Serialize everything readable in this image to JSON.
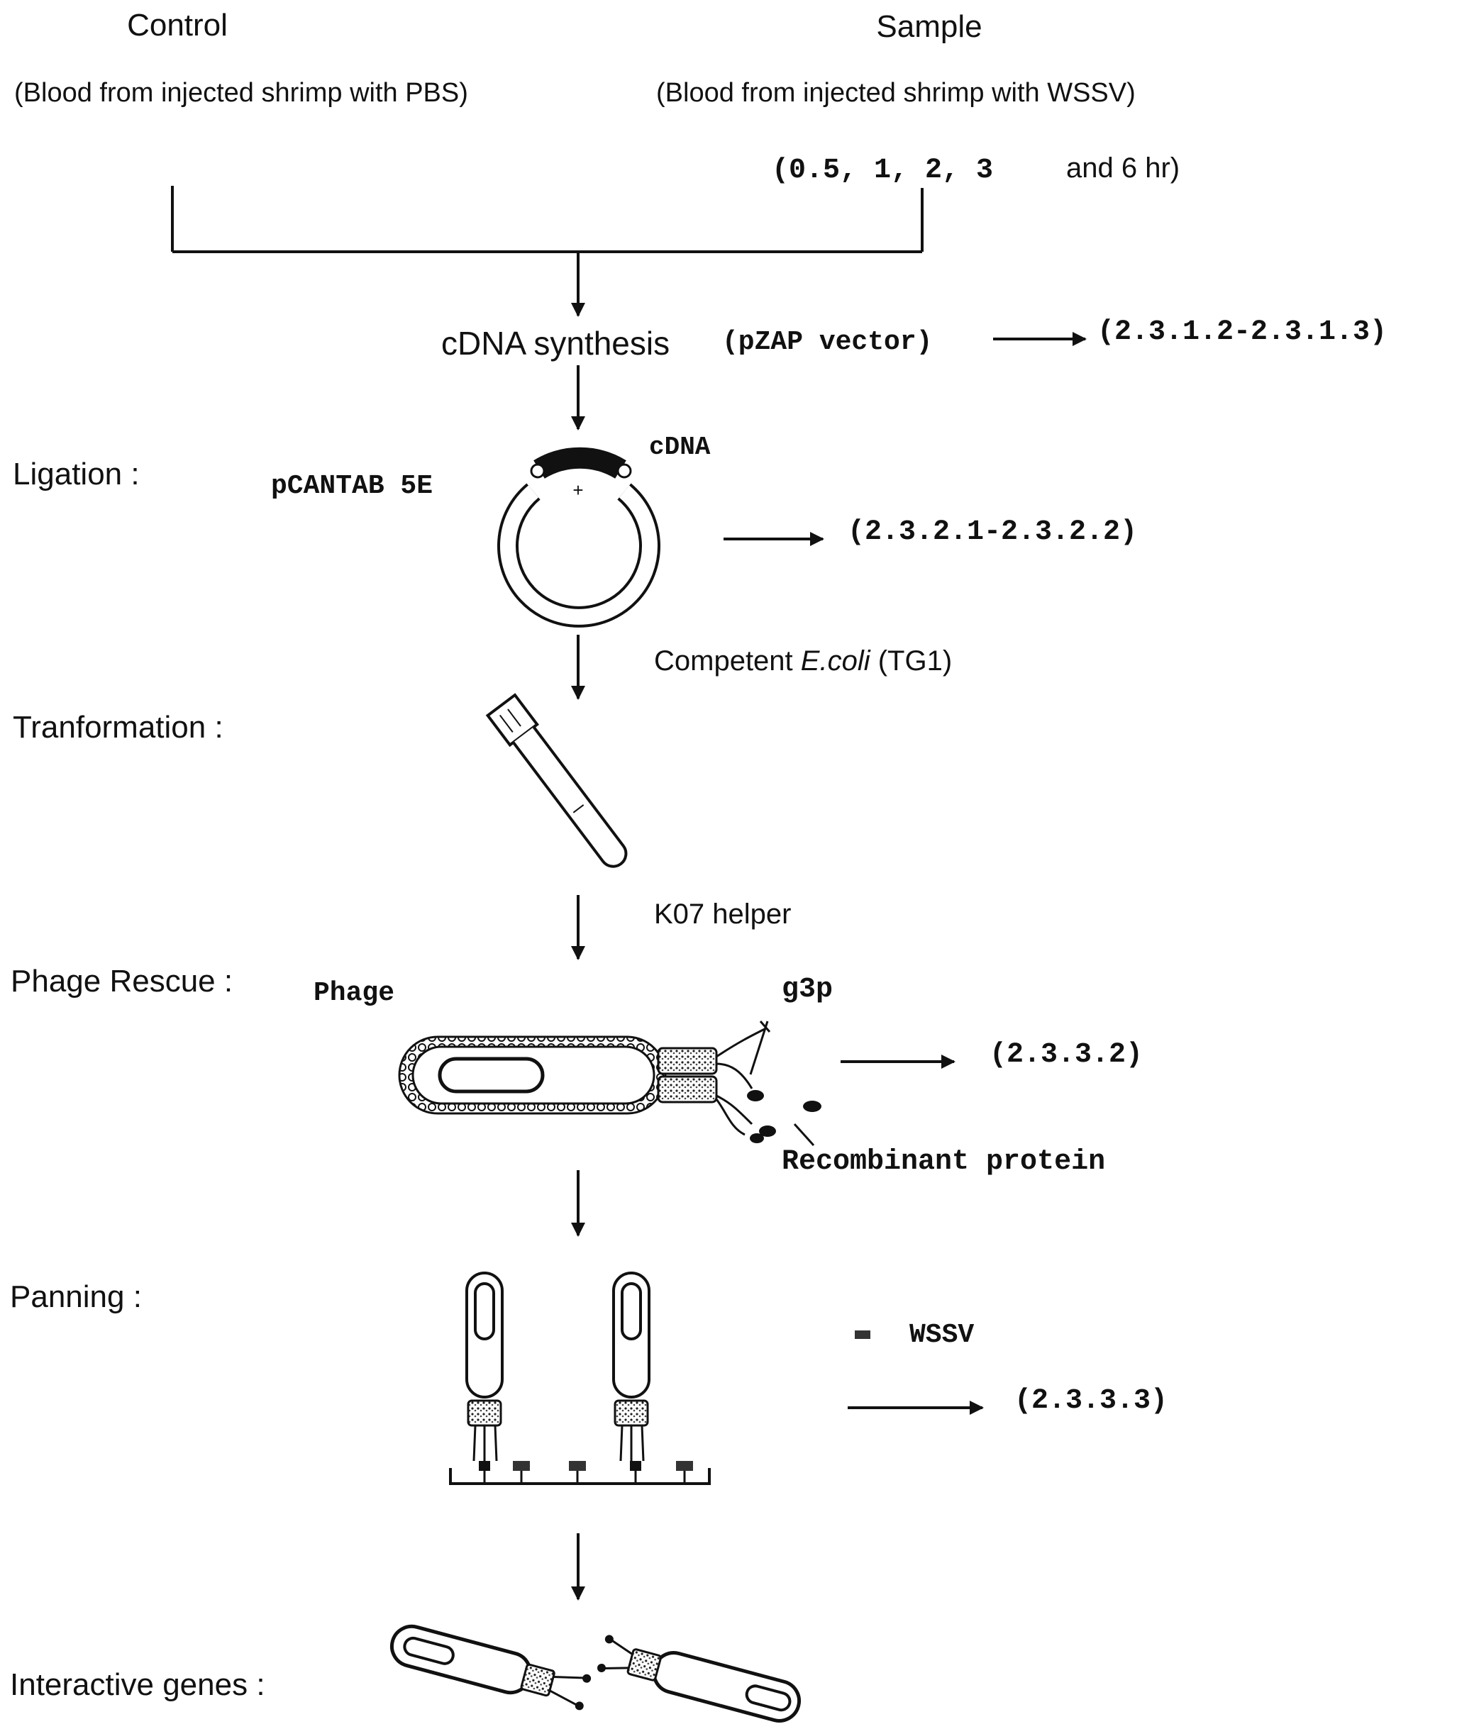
{
  "header": {
    "control_title": "Control",
    "control_subtitle": "(Blood from injected shrimp with PBS)",
    "sample_title": "Sample",
    "sample_subtitle": "(Blood from injected shrimp with WSSV)",
    "timepoints_prefix": "(0.5, 1, 2, 3",
    "timepoints_suffix": "and 6 hr)"
  },
  "steps": {
    "cdna_synthesis": "cDNA synthesis",
    "pzap_vector": "(pZAP vector)",
    "ref_synthesis": "(2.3.1.2-2.3.1.3)",
    "ligation_label": "Ligation :",
    "plasmid_name": "pCANTAB 5E",
    "insert_label": "cDNA",
    "ref_ligation": "(2.3.2.1-2.3.2.2)",
    "competent_prefix": "Competent ",
    "competent_species": "E.coli",
    "competent_suffix": " (TG1)",
    "transformation_label": "Tranformation :",
    "helper_label": "K07 helper",
    "phage_rescue_label": "Phage Rescue :",
    "phage_label": "Phage",
    "g3p_label": "g3p",
    "recombinant_label": "Recombinant protein",
    "ref_rescue": "(2.3.3.2)",
    "panning_label": "Panning :",
    "wssv_label": "WSSV",
    "ref_panning": "(2.3.3.3)",
    "interactive_label": "Interactive genes :"
  }
}
